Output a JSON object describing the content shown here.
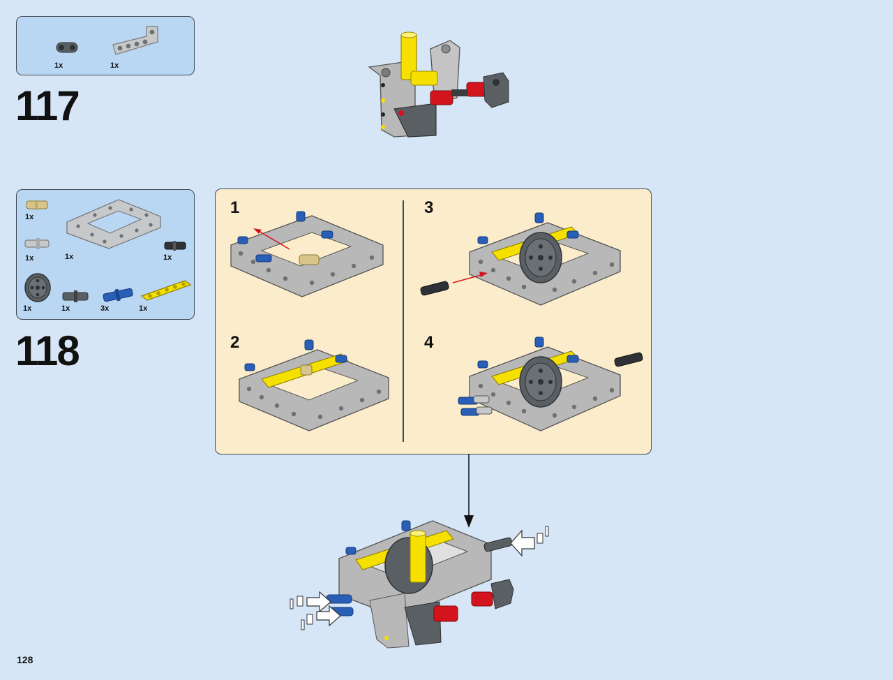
{
  "page_number": "128",
  "step117": {
    "number": "117",
    "parts": [
      {
        "qty": "1x",
        "icon": "dark-gray-beam-connector-icon"
      },
      {
        "qty": "1x",
        "icon": "light-gray-bent-beam-icon"
      }
    ]
  },
  "step118": {
    "number": "118",
    "parts": [
      {
        "qty": "1x",
        "icon": "tan-axle-pin-icon"
      },
      {
        "qty": "1x",
        "icon": "light-gray-frame-icon"
      },
      {
        "qty": "1x",
        "icon": "light-gray-axle-pin-icon"
      },
      {
        "qty": "1x",
        "icon": "black-pin-icon"
      },
      {
        "qty": "1x",
        "icon": "dark-gray-pulley-wheel-icon"
      },
      {
        "qty": "1x",
        "icon": "dark-gray-pin-icon"
      },
      {
        "qty": "3x",
        "icon": "blue-pin-icon"
      },
      {
        "qty": "1x",
        "icon": "yellow-beam-icon"
      }
    ],
    "substeps": [
      "1",
      "2",
      "3",
      "4"
    ]
  },
  "colors": {
    "background": "#d6e6f6",
    "parts_box": "#b9d6f2",
    "substep_panel": "#fbeccc",
    "frame_gray": "#b8b8b8",
    "dark_gray": "#5a5f63",
    "blue": "#2a5fb8",
    "yellow": "#f5e000",
    "red": "#d4141c",
    "tan": "#d9c58a"
  }
}
